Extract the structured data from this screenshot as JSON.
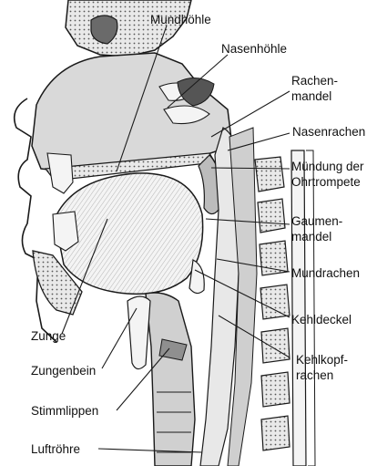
{
  "labels": {
    "mundhoehle": "Mundhöhle",
    "nasenhoehle": "Nasenhöhle",
    "rachenmandel_1": "Rachen-",
    "rachenmandel_2": "mandel",
    "nasenrachen": "Nasenrachen",
    "muendung_1": "Mündung der",
    "muendung_2": "Ohrtrompete",
    "gaumenmandel_1": "Gaumen-",
    "gaumenmandel_2": "mandel",
    "mundrachen": "Mundrachen",
    "kehldeckel": "Kehldeckel",
    "kehlkopfrachen_1": "Kehlkopf-",
    "kehlkopfrachen_2": "rachen",
    "zunge": "Zunge",
    "zungenbein": "Zungenbein",
    "stimmlippen": "Stimmlippen",
    "luftroehre": "Luftröhre"
  },
  "colors": {
    "ink": "#1a1a1a",
    "tissue_light": "#f2f2f2",
    "tissue_mid": "#cfcfcf",
    "tissue_dark": "#a9a9a9",
    "airway": "#bdbdbd"
  }
}
